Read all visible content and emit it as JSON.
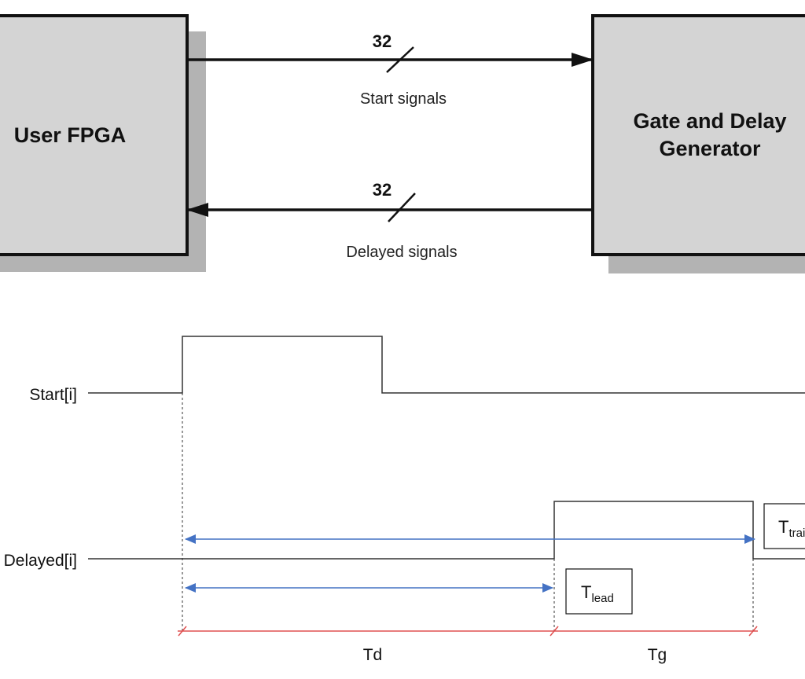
{
  "blocks": {
    "user_fpga": "User FPGA",
    "generator_line1": "Gate and Delay",
    "generator_line2": "Generator"
  },
  "buses": {
    "start": {
      "width": "32",
      "label": "Start signals"
    },
    "delayed": {
      "width": "32",
      "label": "Delayed signals"
    }
  },
  "timing": {
    "signals": {
      "start": "Start[i]",
      "delayed": "Delayed[i]"
    },
    "intervals": {
      "td": "Td",
      "tg": "Tg"
    },
    "boxes": {
      "trail": {
        "main": "T",
        "sub": "trail"
      },
      "lead": {
        "main": "T",
        "sub": "lead"
      }
    }
  },
  "colors": {
    "box_fill": "#d4d4d4",
    "shadow": "#b3b3b3",
    "arrow_blue": "#4472c4",
    "interval_red": "#e05050"
  }
}
